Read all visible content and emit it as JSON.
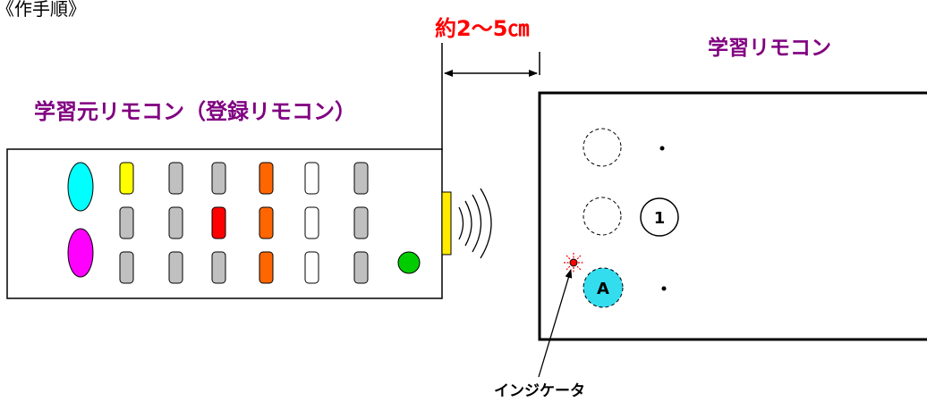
{
  "heading": "《作手順》",
  "distance_label": "約2〜5㎝",
  "learning_remote": {
    "title": "学習リモコン",
    "button_1_label": "1",
    "button_a_label": "A"
  },
  "source_remote": {
    "title": "学習元リモコン（登録リモコン）"
  },
  "indicator_label": "インジケータ",
  "colors": {
    "title_purple": "#800080",
    "distance_red": "#ff0000",
    "button_yellow": "#ffff00",
    "button_gray": "#c0c0c0",
    "button_red": "#ff0000",
    "button_orange": "#ff6600",
    "oval_cyan": "#00ffff",
    "oval_magenta": "#ff00ff",
    "button_green": "#00cc00",
    "ir_emitter_yellow": "#ffea00",
    "indicator_red": "#ff0000",
    "button_a_cyan": "#33ddee"
  }
}
